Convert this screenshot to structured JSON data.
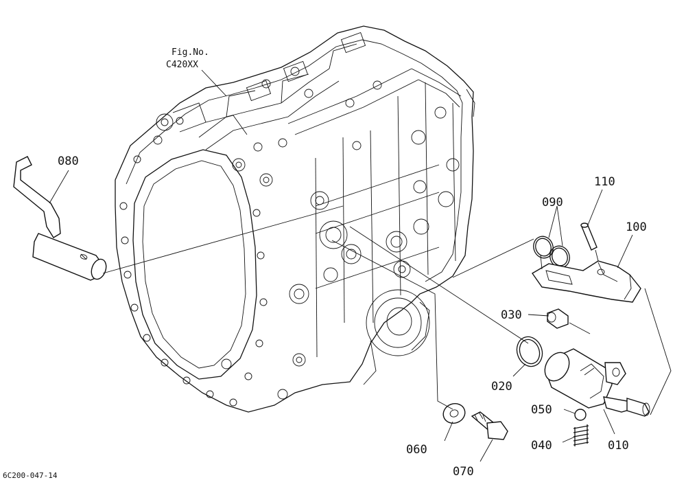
{
  "diagram": {
    "figure_ref": {
      "line1": "Fig.No.",
      "line2": "C420XX"
    },
    "drawing_id": "6C200-047-14",
    "part_labels": {
      "p010": "010",
      "p020": "020",
      "p030": "030",
      "p040": "040",
      "p050": "050",
      "p060": "060",
      "p070": "070",
      "p080": "080",
      "p090": "090",
      "p100": "100",
      "p110": "110"
    }
  }
}
